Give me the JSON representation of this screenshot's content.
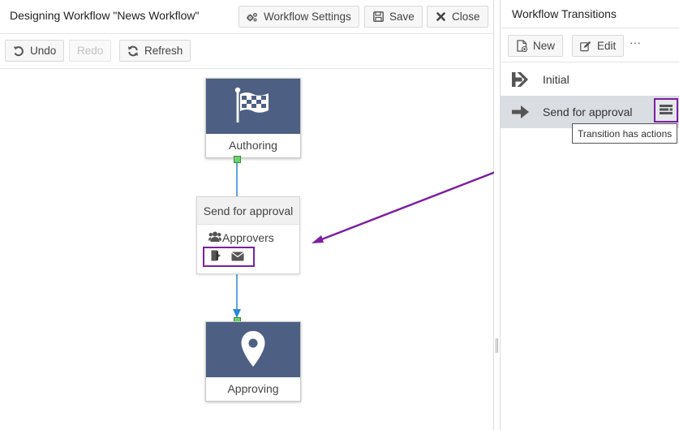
{
  "designer": {
    "title": "Designing Workflow \"News Workflow\"",
    "settings_label": "Workflow Settings",
    "save_label": "Save",
    "close_label": "Close"
  },
  "toolbar": {
    "undo_label": "Undo",
    "redo_label": "Redo",
    "refresh_label": "Refresh"
  },
  "canvas": {
    "start_node": {
      "label": "Authoring",
      "icon": "checkered-flag-icon"
    },
    "transition_node": {
      "title": "Send for approval",
      "role_label": "Approvers",
      "action_icons": [
        "exit-door-icon",
        "envelope-icon"
      ]
    },
    "end_node": {
      "label": "Approving",
      "icon": "map-marker-icon"
    },
    "colors": {
      "node_header": "#4d6083",
      "connector": "#2b88d8",
      "highlight": "#7b1fa2",
      "port": "#6fd46f"
    }
  },
  "transitions_panel": {
    "title": "Workflow Transitions",
    "new_label": "New",
    "edit_label": "Edit",
    "more_label": "···",
    "items": [
      {
        "label": "Initial",
        "icon": "start-arrow-icon"
      },
      {
        "label": "Send for approval",
        "icon": "arrow-right-icon",
        "selected": true
      }
    ],
    "tooltip": "Transition has actions"
  }
}
